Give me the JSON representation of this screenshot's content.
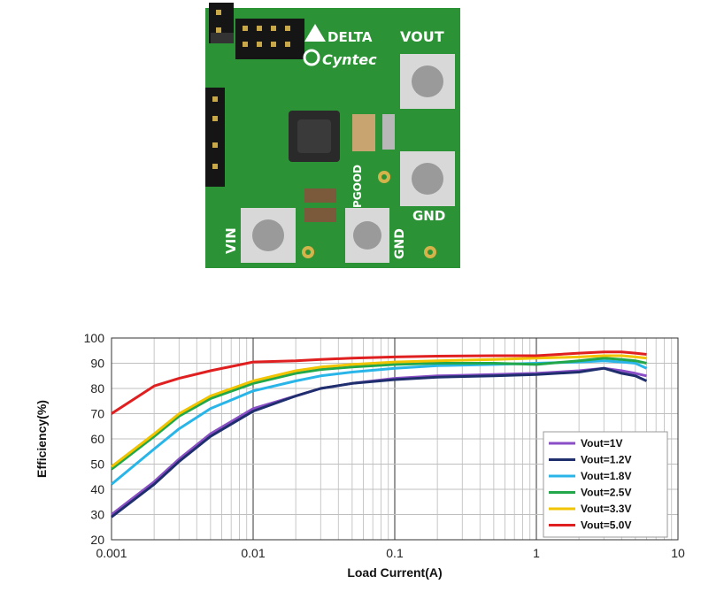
{
  "board": {
    "brand_top": "DELTA",
    "brand_bottom": "Cyntec",
    "labels": {
      "vout": "VOUT",
      "gnd_right": "GND",
      "vin": "VIN",
      "gnd_bottom": "GND",
      "pgood": "PGOOD"
    },
    "colors": {
      "pcb": "#2f9a3a",
      "pcb_dark": "#1f6e28",
      "pad": "#d8d8d8"
    }
  },
  "chart_data": {
    "type": "line",
    "xlabel": "Load Current(A)",
    "ylabel": "Efficiency(%)",
    "xscale": "log",
    "xlim": [
      0.001,
      10
    ],
    "ylim": [
      20,
      100
    ],
    "xticks": [
      "0.001",
      "0.01",
      "0.1",
      "1",
      "10"
    ],
    "yticks": [
      "20",
      "30",
      "40",
      "50",
      "60",
      "70",
      "80",
      "90",
      "100"
    ],
    "grid": true,
    "legend_position": "bottom-right",
    "series": [
      {
        "name": "Vout=1V",
        "color": "#8a4fc6",
        "x": [
          0.001,
          0.002,
          0.003,
          0.005,
          0.01,
          0.02,
          0.03,
          0.05,
          0.1,
          0.2,
          0.5,
          1,
          2,
          3,
          4,
          5,
          6
        ],
        "y": [
          30,
          43,
          52,
          62,
          72,
          77,
          80,
          82,
          84,
          85,
          85.5,
          86,
          87,
          88,
          87,
          86,
          85
        ]
      },
      {
        "name": "Vout=1.2V",
        "color": "#1f2f6e",
        "x": [
          0.001,
          0.002,
          0.003,
          0.005,
          0.01,
          0.02,
          0.03,
          0.05,
          0.1,
          0.2,
          0.5,
          1,
          2,
          3,
          4,
          5,
          6
        ],
        "y": [
          29,
          42,
          51,
          61,
          71,
          77,
          80,
          82,
          83.5,
          84.5,
          85,
          85.5,
          86.5,
          88,
          86,
          85,
          83
        ]
      },
      {
        "name": "Vout=1.8V",
        "color": "#29b5e8",
        "x": [
          0.001,
          0.002,
          0.003,
          0.005,
          0.01,
          0.02,
          0.03,
          0.05,
          0.1,
          0.2,
          0.5,
          1,
          2,
          3,
          4,
          5,
          6
        ],
        "y": [
          42,
          56,
          64,
          72,
          79,
          83,
          85,
          86.5,
          88,
          89,
          89.5,
          90,
          90.5,
          91,
          90.5,
          90,
          88
        ]
      },
      {
        "name": "Vout=2.5V",
        "color": "#22a84a",
        "x": [
          0.001,
          0.002,
          0.003,
          0.005,
          0.01,
          0.02,
          0.03,
          0.05,
          0.1,
          0.2,
          0.5,
          1,
          2,
          3,
          4,
          5,
          6
        ],
        "y": [
          48,
          61,
          69,
          76,
          82,
          86,
          87.5,
          88.5,
          89.5,
          90,
          90,
          89.5,
          91,
          92,
          91.5,
          91,
          90
        ]
      },
      {
        "name": "Vout=3.3V",
        "color": "#f2c400",
        "x": [
          0.001,
          0.002,
          0.003,
          0.005,
          0.01,
          0.02,
          0.03,
          0.05,
          0.1,
          0.2,
          0.5,
          1,
          2,
          3,
          4,
          5,
          6
        ],
        "y": [
          49,
          62,
          70,
          77,
          83,
          87,
          88.5,
          89.5,
          90.5,
          91,
          91.5,
          92,
          92.5,
          93,
          93,
          92.5,
          92
        ]
      },
      {
        "name": "Vout=5.0V",
        "color": "#e02020",
        "x": [
          0.001,
          0.002,
          0.003,
          0.005,
          0.01,
          0.02,
          0.03,
          0.05,
          0.1,
          0.2,
          0.5,
          1,
          2,
          3,
          4,
          5,
          6
        ],
        "y": [
          70,
          81,
          84,
          87,
          90.5,
          91,
          91.5,
          92,
          92.5,
          92.8,
          93,
          93,
          94,
          94.5,
          94.5,
          94,
          93.5
        ]
      }
    ]
  }
}
